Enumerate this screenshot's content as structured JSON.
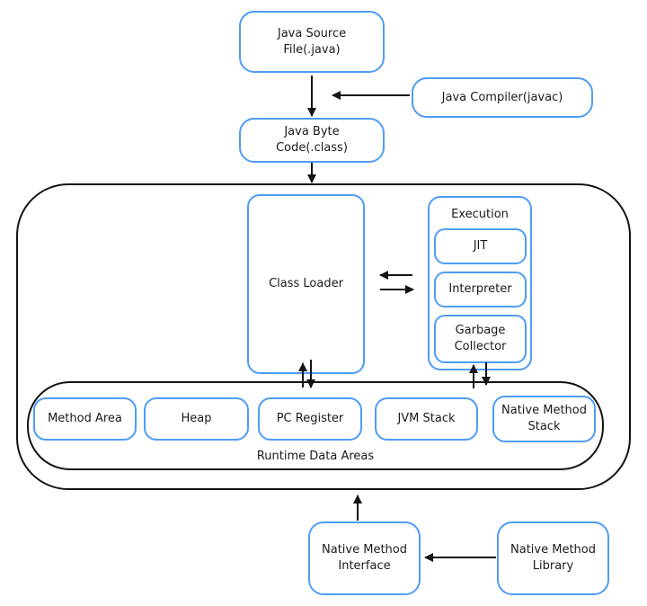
{
  "colors": {
    "node_border": "#4e9cf5",
    "container_border": "#141414",
    "arrow": "#141414",
    "background": "#ffffff",
    "text": "#1a1a1a"
  },
  "nodes": {
    "java_source_file": "Java Source\nFile(.java)",
    "java_compiler": "Java Compiler(javac)",
    "java_byte_code": "Java Byte\nCode(.class)",
    "class_loader": "Class Loader",
    "execution_group": "Execution",
    "jit": "JIT",
    "interpreter": "Interpreter",
    "garbage_collector": "Garbage\nCollector",
    "method_area": "Method Area",
    "heap": "Heap",
    "pc_register": "PC Register",
    "jvm_stack": "JVM Stack",
    "native_method_stack": "Native Method\nStack",
    "runtime_data_areas": "Runtime Data Areas",
    "native_method_interface": "Native Method\nInterface",
    "native_method_library": "Native Method\nLibrary"
  }
}
